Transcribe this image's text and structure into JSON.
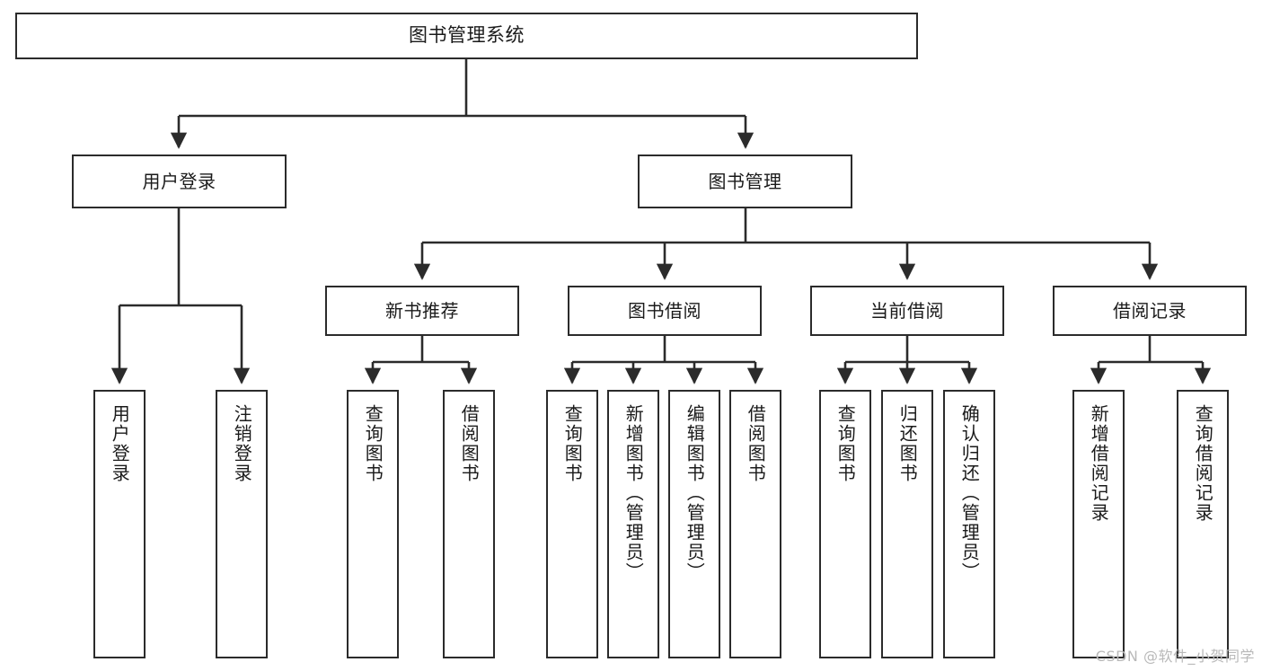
{
  "diagram": {
    "title": "图书管理系统",
    "watermark": "CSDN @软件_小贺同学",
    "colors": {
      "stroke": "#2b2b2b",
      "fill": "#ffffff",
      "text": "#1a1a1a",
      "watermark": "#b9b9b9"
    },
    "root": {
      "label": "图书管理系统"
    },
    "branches": [
      {
        "label": "用户登录"
      },
      {
        "label": "图书管理"
      }
    ],
    "subbranches": [
      {
        "label": "新书推荐"
      },
      {
        "label": "图书借阅"
      },
      {
        "label": "当前借阅"
      },
      {
        "label": "借阅记录"
      }
    ],
    "leaves": [
      {
        "label": "用户登录"
      },
      {
        "label": "注销登录"
      },
      {
        "label": "查询图书"
      },
      {
        "label": "借阅图书"
      },
      {
        "label": "查询图书"
      },
      {
        "label": "新增图书（管理员）"
      },
      {
        "label": "编辑图书（管理员）"
      },
      {
        "label": "借阅图书"
      },
      {
        "label": "查询图书"
      },
      {
        "label": "归还图书"
      },
      {
        "label": "确认归还（管理员）"
      },
      {
        "label": "新增借阅记录"
      },
      {
        "label": "查询借阅记录"
      }
    ]
  }
}
